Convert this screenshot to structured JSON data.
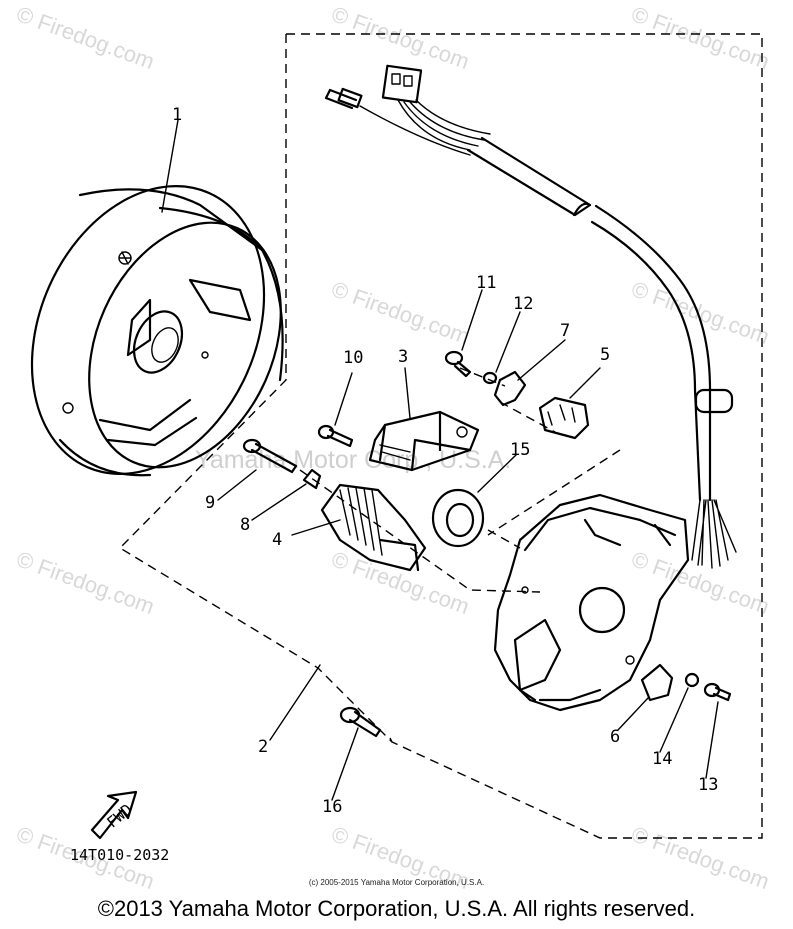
{
  "watermark": {
    "text": "© Firedog.com",
    "center_text": "Yamaha Motor Corp., U.S.A."
  },
  "callouts": [
    "1",
    "2",
    "3",
    "4",
    "5",
    "6",
    "7",
    "8",
    "9",
    "10",
    "11",
    "12",
    "13",
    "14",
    "15",
    "16"
  ],
  "part_code": "14T010-2032",
  "fwd_label": "FWD",
  "copyright_small": "(c) 2005-2015 Yamaha Motor Corporation, U.S.A.",
  "copyright_main": "©2013 Yamaha Motor Corporation, U.S.A. All rights reserved.",
  "colors": {
    "ink": "#000000",
    "watermark": "#d8d8d8",
    "background": "#ffffff"
  }
}
